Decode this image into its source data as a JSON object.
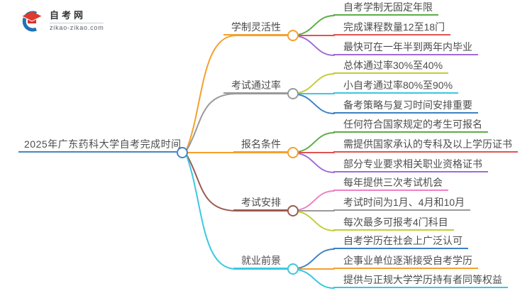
{
  "logo": {
    "site_name": "自考网",
    "site_url": "zikao-zikao.com",
    "icon": "graduation-cap-crescent-icon",
    "colors": {
      "crescent_blue": "#2272B5",
      "cap_red": "#E0392E"
    }
  },
  "mindmap": {
    "root": {
      "label": "2025年广东药科大学自考完成时间",
      "color": "#4286C5"
    },
    "branches": [
      {
        "label": "学制灵活性",
        "color": "#F5A02E",
        "children": [
          {
            "label": "自考学制无固定年限",
            "color": "#5BAD45"
          },
          {
            "label": "完成课程数量12至18门",
            "color": "#E05450"
          },
          {
            "label": "最快可在一年半到两年内毕业",
            "color": "#A06CD8"
          }
        ]
      },
      {
        "label": "考试通过率",
        "color": "#9A9A9A",
        "children": [
          {
            "label": "总体通过率30%至40%",
            "color": "#C3CC3A"
          },
          {
            "label": "小自考通过率80%至90%",
            "color": "#3BC8E0"
          },
          {
            "label": "备考策略与复习时间安排重要",
            "color": "#3E82C6"
          }
        ]
      },
      {
        "label": "报名条件",
        "color": "#F5A02E",
        "children": [
          {
            "label": "任何符合国家规定的考生可报名",
            "color": "#5BAD45"
          },
          {
            "label": "需提供国家承认的专科及以上学历证书",
            "color": "#E05450"
          },
          {
            "label": "部分专业要求相关职业资格证书",
            "color": "#A06CD8"
          }
        ]
      },
      {
        "label": "考试安排",
        "color": "#9A5B50",
        "children": [
          {
            "label": "每年提供三次考试机会",
            "color": "#F080C4"
          },
          {
            "label": "考试时间为1月、4月和10月",
            "color": "#9A9A9A"
          },
          {
            "label": "每次最多可报考4门科目",
            "color": "#C3CC3A"
          }
        ]
      },
      {
        "label": "就业前景",
        "color": "#3BC8E0",
        "children": [
          {
            "label": "自考学历在社会上广泛认可",
            "color": "#3E82C6"
          },
          {
            "label": "企事业单位逐渐接受自考学历",
            "color": "#F5A02E"
          },
          {
            "label": "提供与正规大学学历持有者同等权益",
            "color": "#3BC8E0"
          }
        ]
      }
    ]
  }
}
